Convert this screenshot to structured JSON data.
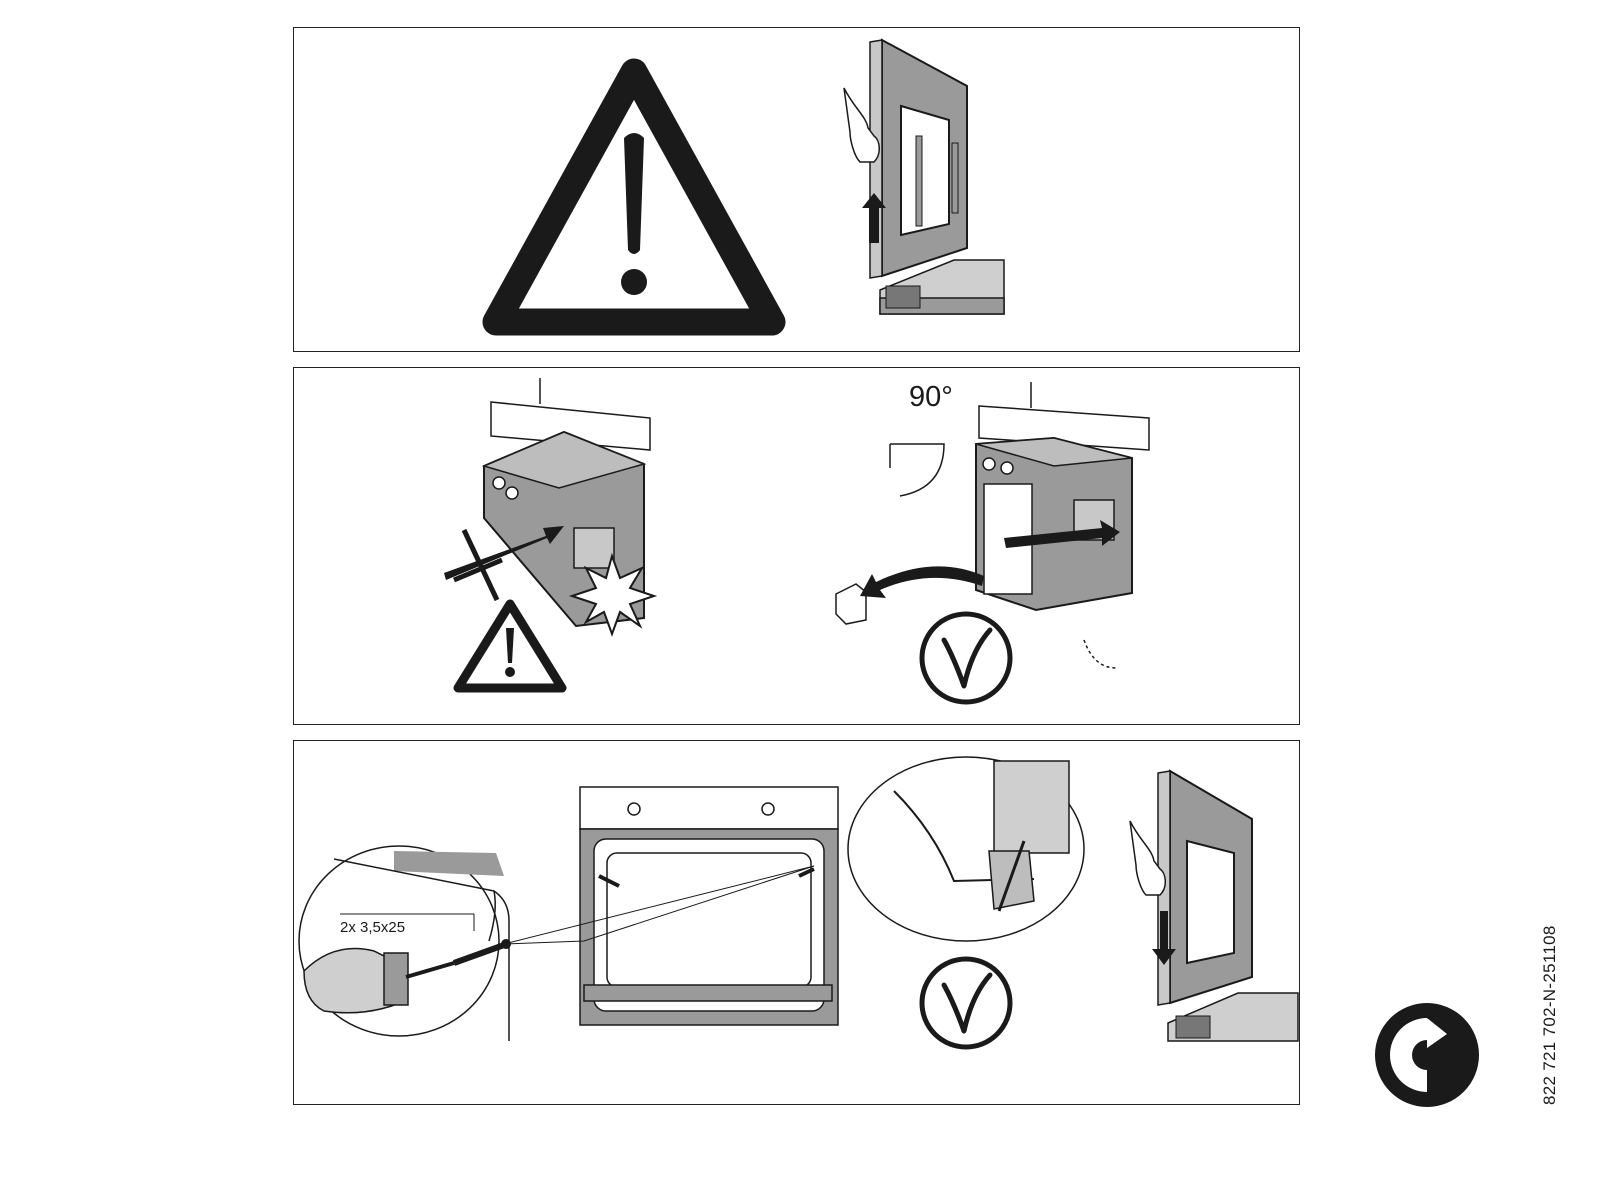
{
  "step2": {
    "angle_label": "90°"
  },
  "step3": {
    "screw_label": "2x 3,5x25"
  },
  "footer": {
    "document_code": "822 721 702-N-251108"
  },
  "icons": [
    "warning-triangle-icon",
    "check-circle-icon",
    "cross-icon",
    "impact-star-icon",
    "green-dot-recycling-icon",
    "arrow-icon"
  ],
  "colors": {
    "ink": "#1a1a1a",
    "panel_gray": "#9a9a9a",
    "light_gray": "#cfcfcf"
  }
}
